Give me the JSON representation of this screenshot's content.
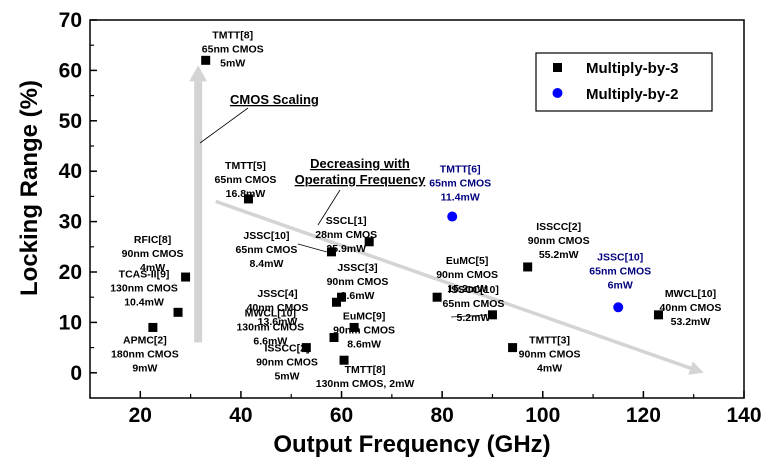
{
  "chart_data": {
    "type": "scatter",
    "title": "",
    "xlabel": "Output Frequency (GHz)",
    "ylabel": "Locking Range (%)",
    "xlim": [
      10,
      140
    ],
    "ylim": [
      -5,
      70
    ],
    "xticks": [
      20,
      40,
      60,
      80,
      100,
      120,
      140
    ],
    "yticks": [
      0,
      10,
      20,
      30,
      40,
      50,
      60,
      70
    ],
    "grid": false,
    "legend_position": "top-right",
    "series": [
      {
        "name": "Multiply-by-3",
        "marker": "square",
        "color": "#000000",
        "points": [
          {
            "x": 33,
            "y": 62,
            "label": [
              "TMTT[8]",
              "65nm CMOS",
              "5mW"
            ]
          },
          {
            "x": 41.5,
            "y": 34.5,
            "label": [
              "TMTT[5]",
              "65nm CMOS",
              "16.8mW"
            ]
          },
          {
            "x": 29,
            "y": 19,
            "label": [
              "RFIC[8]",
              "90nm CMOS",
              "4mW"
            ]
          },
          {
            "x": 27.5,
            "y": 12,
            "label": [
              "TCAS-II[9]",
              "130nm CMOS",
              "10.4mW"
            ]
          },
          {
            "x": 22.5,
            "y": 9,
            "label": [
              "APMC[2]",
              "180nm CMOS",
              "9mW"
            ]
          },
          {
            "x": 58,
            "y": 24,
            "label": [
              "JSSC[10]",
              "65nm CMOS",
              "8.4mW"
            ]
          },
          {
            "x": 65.5,
            "y": 26,
            "label": [
              "SSCL[1]",
              "28nm CMOS",
              "25.9mW"
            ]
          },
          {
            "x": 59,
            "y": 14,
            "label": [
              "JSSC[4]",
              "40nm CMOS",
              "13.6mW"
            ]
          },
          {
            "x": 60,
            "y": 15,
            "label": [
              "JSSC[3]",
              "90nm CMOS",
              "9.6mW"
            ]
          },
          {
            "x": 53,
            "y": 5,
            "label": [
              "MWCL[10]",
              "130nm CMOS",
              "6.6mW"
            ]
          },
          {
            "x": 58.5,
            "y": 7,
            "label": [
              "ISSCC[2]",
              "90nm CMOS",
              "5mW"
            ]
          },
          {
            "x": 62.5,
            "y": 9,
            "label": [
              "EuMC[9]",
              "90nm CMOS",
              "8.6mW"
            ]
          },
          {
            "x": 60.5,
            "y": 2.5,
            "label": [
              "TMTT[8]",
              "130nm CMOS, 2mW"
            ]
          },
          {
            "x": 79,
            "y": 15,
            "label": [
              "EuMC[5]",
              "90nm CMOS",
              "15.2mW"
            ]
          },
          {
            "x": 90,
            "y": 11.5,
            "label": [
              "ISSCC[10]",
              "65nm CMOS",
              "5.2mW"
            ]
          },
          {
            "x": 97,
            "y": 21,
            "label": [
              "ISSCC[2]",
              "90nm CMOS",
              "55.2mW"
            ]
          },
          {
            "x": 94,
            "y": 5,
            "label": [
              "TMTT[3]",
              "90nm CMOS",
              "4mW"
            ]
          },
          {
            "x": 123,
            "y": 11.5,
            "label": [
              "MWCL[10]",
              "40nm CMOS",
              "53.2mW"
            ]
          }
        ]
      },
      {
        "name": "Multiply-by-2",
        "marker": "circle",
        "color": "#0000ff",
        "points": [
          {
            "x": 82,
            "y": 31,
            "label": [
              "TMTT[6]",
              "65nm CMOS",
              "11.4mW"
            ]
          },
          {
            "x": 115,
            "y": 13,
            "label": [
              "JSSC[10]",
              "65nm CMOS",
              "6mW"
            ]
          }
        ]
      }
    ],
    "annotations": [
      {
        "text": "CMOS Scaling"
      },
      {
        "text": [
          "Decreasing with",
          "Operating Frequency"
        ]
      }
    ],
    "trend_arrows": [
      {
        "from": [
          31.5,
          6
        ],
        "to": [
          31.5,
          61
        ]
      },
      {
        "from": [
          35,
          34
        ],
        "to": [
          132,
          0
        ]
      }
    ]
  }
}
